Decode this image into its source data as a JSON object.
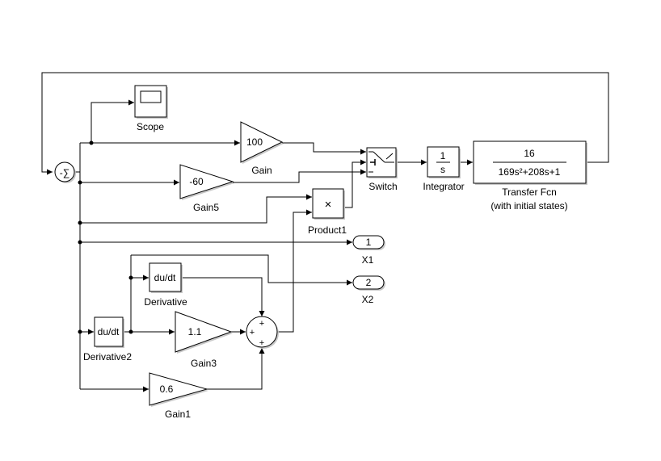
{
  "blocks": {
    "scope": {
      "label": "Scope"
    },
    "gain": {
      "label": "Gain",
      "value": "100"
    },
    "gain5": {
      "label": "Gain5",
      "value": "-60"
    },
    "switch": {
      "label": "Switch"
    },
    "integrator": {
      "label": "Integrator",
      "num": "1",
      "den": "s"
    },
    "transfer_fcn": {
      "label_line1": "Transfer Fcn",
      "label_line2": "(with initial states)",
      "num": "16",
      "den": "169s²+208s+1"
    },
    "product1": {
      "label": "Product1",
      "symbol": "×"
    },
    "x1": {
      "label": "X1",
      "port": "1"
    },
    "x2": {
      "label": "X2",
      "port": "2"
    },
    "derivative": {
      "label": "Derivative",
      "text": "du/dt"
    },
    "derivative2": {
      "label": "Derivative2",
      "text": "du/dt"
    },
    "gain3": {
      "label": "Gain3",
      "value": "1.1"
    },
    "gain1": {
      "label": "Gain1",
      "value": "0.6"
    },
    "sum_top": {
      "symbol": "-∑",
      "sign": "-"
    },
    "sum_bottom": {
      "signs": [
        "+",
        "+",
        "+"
      ]
    }
  }
}
